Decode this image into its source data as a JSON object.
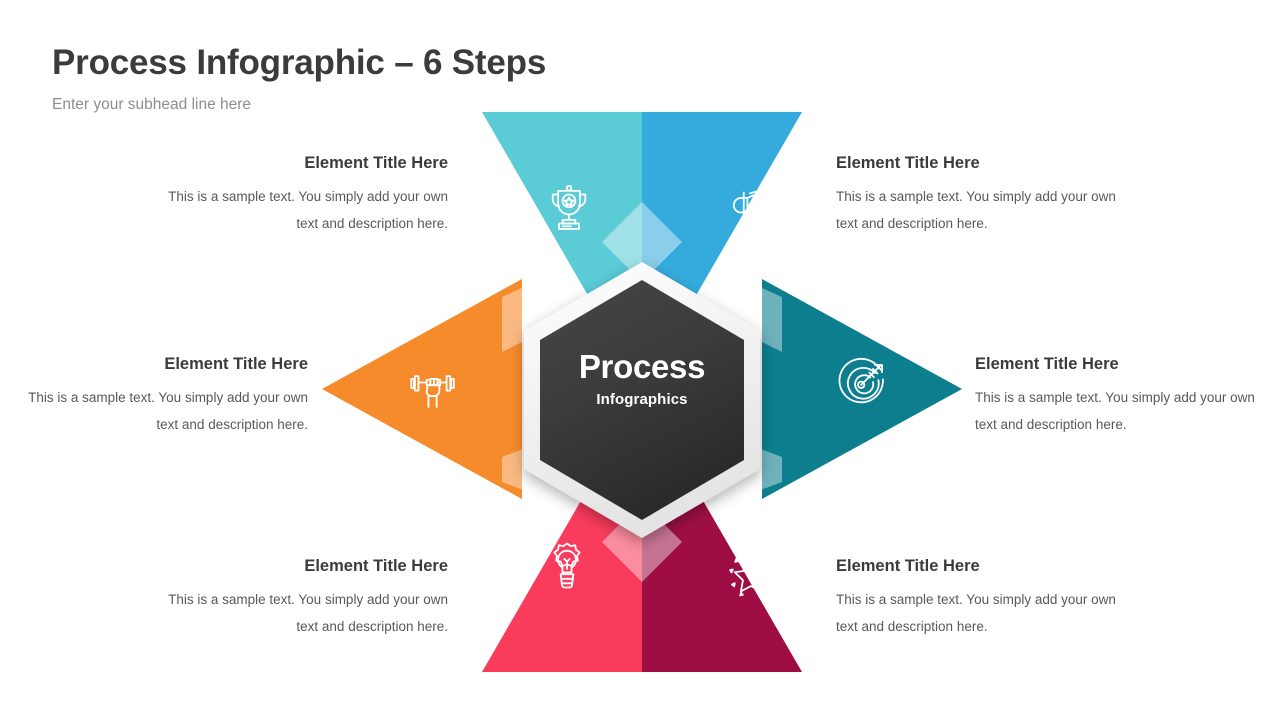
{
  "header": {
    "title": "Process Infographic – 6 Steps",
    "subhead": "Enter your subhead line here"
  },
  "center": {
    "title": "Process",
    "subtitle": "Infographics"
  },
  "common": {
    "item_title": "Element Title Here",
    "item_desc": "This is a sample text. You simply add your own text and description here."
  },
  "colors": {
    "teal": "#5BCBD6",
    "blue": "#35ABDD",
    "dark_teal": "#0D7E8E",
    "maroon": "#9E0E45",
    "pink": "#F93B5C",
    "orange": "#F68B2C",
    "hex_dark": "#3A3A3A",
    "hex_ring": "#F2F2F2",
    "title_text": "#3B3B3B",
    "subhead_text": "#8D8D8D",
    "body_text": "#595959"
  },
  "steps": [
    {
      "position": "top-left",
      "title": "Element Title Here",
      "desc": "This is a sample text. You simply add your own text and description here.",
      "color": "#5BCBD6",
      "icon": "trophy-icon",
      "align": "right"
    },
    {
      "position": "top-right",
      "title": "Element Title Here",
      "desc": "This is a sample text. You simply add your own text and description here.",
      "color": "#35ABDD",
      "icon": "megaphone-icon",
      "align": "left"
    },
    {
      "position": "middle-left",
      "title": "Element Title Here",
      "desc": "This is a sample text. You simply add your own text and description here.",
      "color": "#F68B2C",
      "icon": "dumbbell-fist-icon",
      "align": "right"
    },
    {
      "position": "middle-right",
      "title": "Element Title Here",
      "desc": "This is a sample text. You simply add your own text and description here.",
      "color": "#0D7E8E",
      "icon": "target-arrow-icon",
      "align": "left"
    },
    {
      "position": "bottom-left",
      "title": "Element Title Here",
      "desc": "This is a sample text. You simply add your own text and description here.",
      "color": "#F93B5C",
      "icon": "lightbulb-icon",
      "align": "right"
    },
    {
      "position": "bottom-right",
      "title": "Element Title Here",
      "desc": "This is a sample text. You simply add your own text and description here.",
      "color": "#9E0E45",
      "icon": "star-sparkle-icon",
      "align": "left"
    }
  ]
}
